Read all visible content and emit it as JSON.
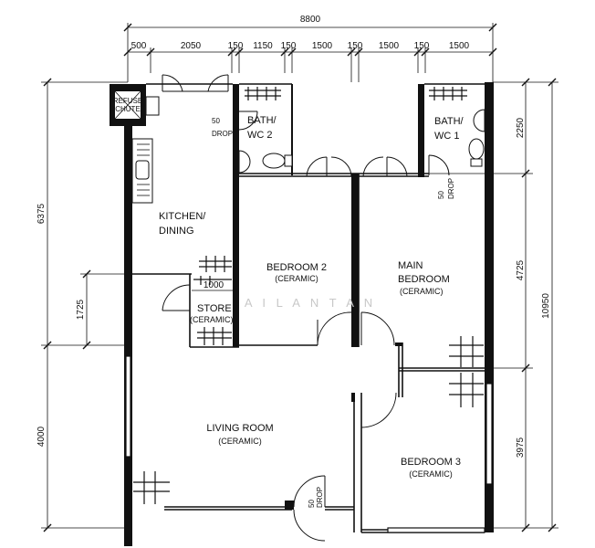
{
  "dimensions": {
    "overall_width": "8800",
    "top": [
      "500",
      "2050",
      "150",
      "1150",
      "150",
      "1500",
      "150",
      "1500",
      "150",
      "1500"
    ],
    "overall_depth": "10950",
    "right": [
      "2250",
      "4725",
      "3975"
    ],
    "left_upper": "6375",
    "left_lower": "4000",
    "left_inner": "1725",
    "store_width": "1000"
  },
  "rooms": {
    "refuse_chute": [
      "REFUSE",
      "CHUTE"
    ],
    "bath2": [
      "BATH/",
      "WC 2"
    ],
    "bath1": [
      "BATH/",
      "WC 1"
    ],
    "kitchen": [
      "KITCHEN/",
      "DINING"
    ],
    "bedroom2": "BEDROOM 2",
    "main_bedroom": [
      "MAIN",
      "BEDROOM"
    ],
    "store": "STORE",
    "living_room": "LIVING ROOM",
    "bedroom3": "BEDROOM 3",
    "finish": "(CERAMIC)"
  },
  "drops": {
    "bath2": [
      "50",
      "DROP"
    ],
    "bath1": [
      "50",
      "DROP"
    ],
    "living": [
      "50",
      "DROP"
    ]
  },
  "watermark": "A  I  L  A  N     T  A  N"
}
